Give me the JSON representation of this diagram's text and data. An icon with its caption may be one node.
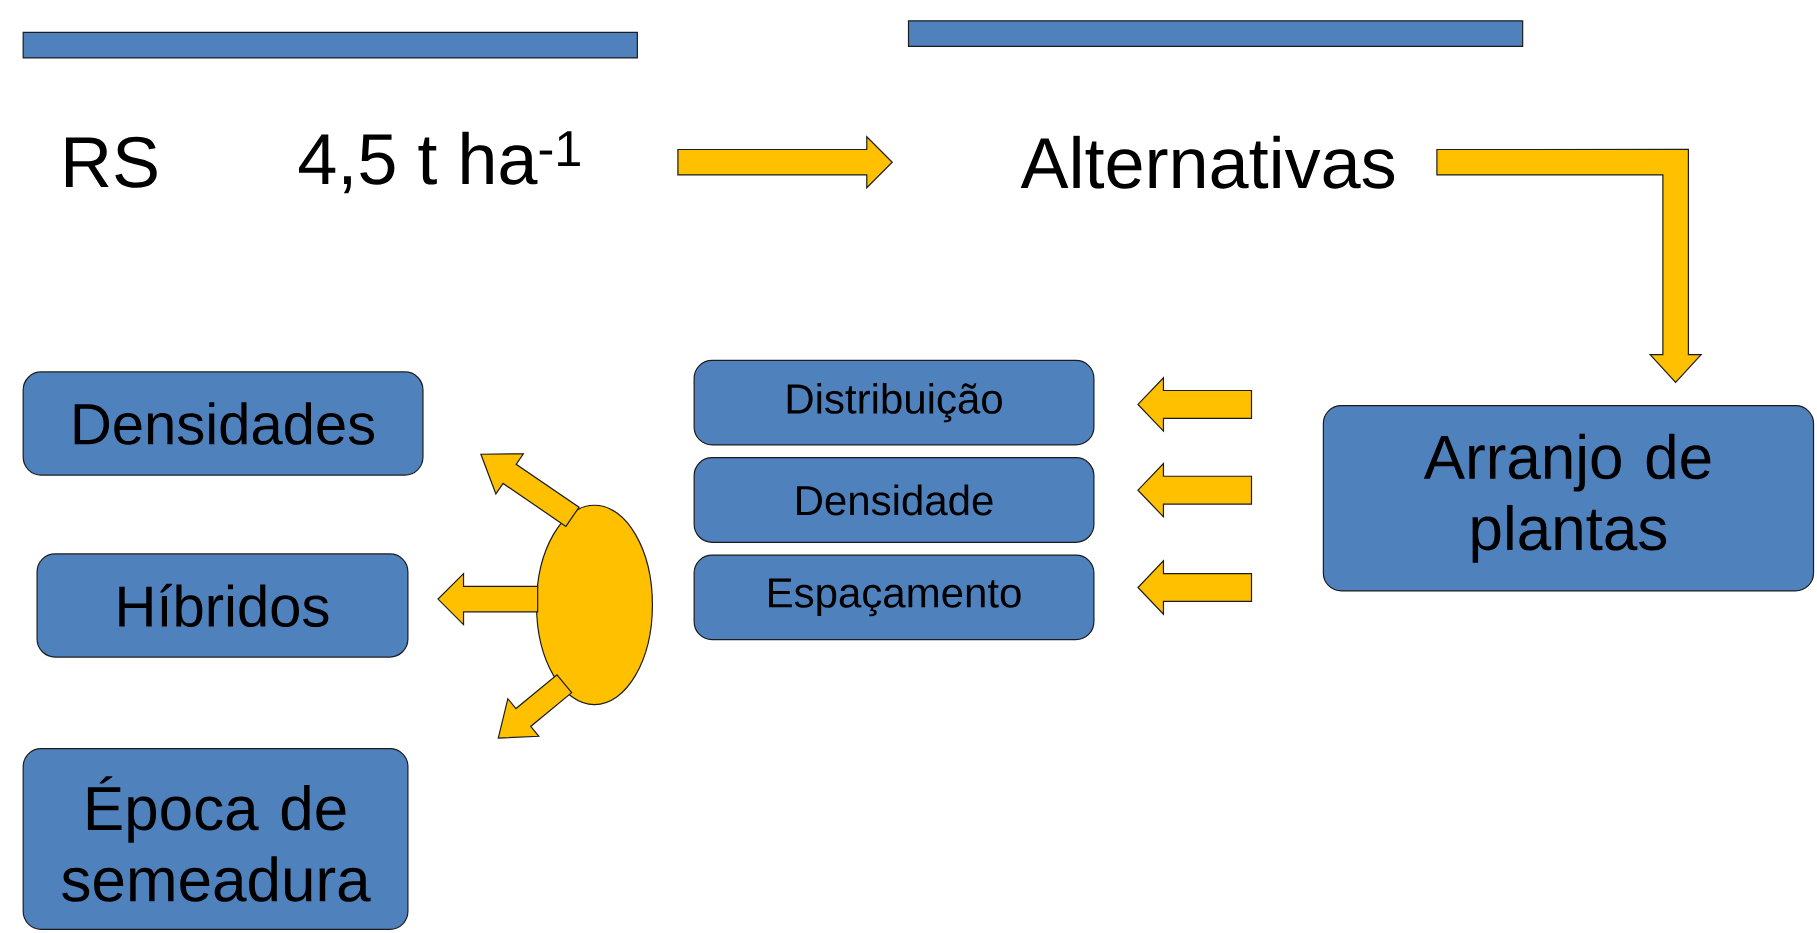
{
  "diagram": {
    "nodes": [
      {
        "text": [
          "4,5 t ha$^{-1}$"
        ]
      },
      {
        "text": [
          "Alternativas"
        ]
      },
      {
        "text": [
          "Arranjo de plantas"
        ]
      },
      {
        "text": [
          "Distribuição"
        ]
      },
      {
        "text": [
          "Densidade"
        ]
      },
      {
        "text": [
          "Espaçamento"
        ]
      },
      {
        "text": [],
        "shape": "ellipse"
      },
      {
        "text": [
          "Densidades"
        ]
      },
      {
        "text": [
          "Híbridos"
        ]
      },
      {
        "text": [
          "Época de semeadura"
        ]
      }
    ],
    "edges": [
      {
        "from": 0,
        "to": 1,
        "arrow": "to"
      },
      {
        "from": 1,
        "to": 2,
        "arrow": "to"
      },
      {
        "from": 2,
        "to": 3,
        "arrow": "to"
      },
      {
        "from": 2,
        "to": 4,
        "arrow": "to"
      },
      {
        "from": 2,
        "to": 5,
        "arrow": "to"
      },
      {
        "from": 6,
        "to": 7,
        "arrow": "to"
      },
      {
        "from": 6,
        "to": 8,
        "arrow": "to"
      },
      {
        "from": 6,
        "to": 9,
        "arrow": "to"
      }
    ],
    "labels": [
      "RS"
    ]
  }
}
